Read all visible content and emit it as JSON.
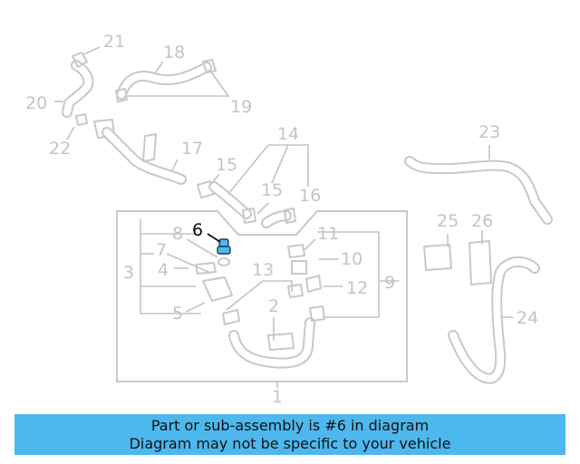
{
  "diagram": {
    "highlighted_part": "6",
    "callouts": [
      {
        "id": "c1",
        "label": "1",
        "highlight": false
      },
      {
        "id": "c2",
        "label": "2",
        "highlight": false
      },
      {
        "id": "c3",
        "label": "3",
        "highlight": false
      },
      {
        "id": "c4",
        "label": "4",
        "highlight": false
      },
      {
        "id": "c5",
        "label": "5",
        "highlight": false
      },
      {
        "id": "c6",
        "label": "6",
        "highlight": true
      },
      {
        "id": "c7",
        "label": "7",
        "highlight": false
      },
      {
        "id": "c8",
        "label": "8",
        "highlight": false
      },
      {
        "id": "c9",
        "label": "9",
        "highlight": false
      },
      {
        "id": "c10",
        "label": "10",
        "highlight": false
      },
      {
        "id": "c11",
        "label": "11",
        "highlight": false
      },
      {
        "id": "c12",
        "label": "12",
        "highlight": false
      },
      {
        "id": "c13",
        "label": "13",
        "highlight": false
      },
      {
        "id": "c14",
        "label": "14",
        "highlight": false
      },
      {
        "id": "c15a",
        "label": "15",
        "highlight": false
      },
      {
        "id": "c15b",
        "label": "15",
        "highlight": false
      },
      {
        "id": "c16",
        "label": "16",
        "highlight": false
      },
      {
        "id": "c17",
        "label": "17",
        "highlight": false
      },
      {
        "id": "c18",
        "label": "18",
        "highlight": false
      },
      {
        "id": "c19",
        "label": "19",
        "highlight": false
      },
      {
        "id": "c20",
        "label": "20",
        "highlight": false
      },
      {
        "id": "c21",
        "label": "21",
        "highlight": false
      },
      {
        "id": "c22",
        "label": "22",
        "highlight": false
      },
      {
        "id": "c23",
        "label": "23",
        "highlight": false
      },
      {
        "id": "c24",
        "label": "24",
        "highlight": false
      },
      {
        "id": "c25",
        "label": "25",
        "highlight": false
      },
      {
        "id": "c26",
        "label": "26",
        "highlight": false
      }
    ],
    "colors": {
      "highlight_part": "#4db8ee",
      "line": "#c8c8c8",
      "highlight_text": "#111111"
    }
  },
  "banner": {
    "line1": "Part or sub-assembly is #6 in diagram",
    "line2": "Diagram may not be specific to your vehicle",
    "background": "#4db8ee"
  }
}
